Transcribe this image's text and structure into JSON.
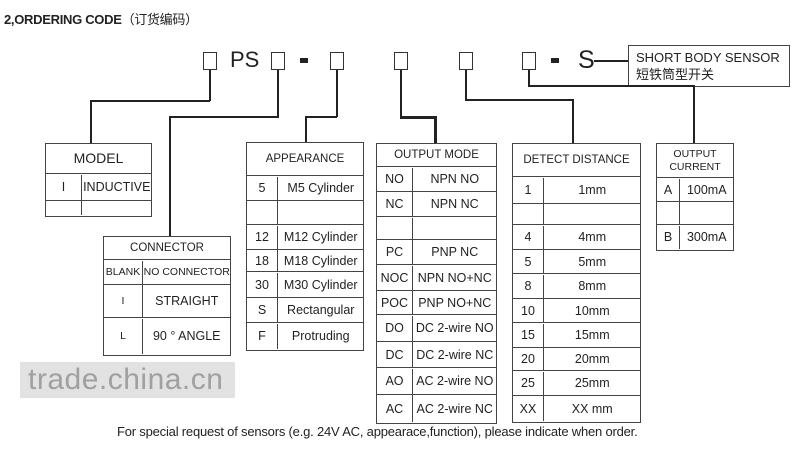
{
  "title": {
    "text": "2,ORDERING CODE",
    "cn": "（订货编码）"
  },
  "code": {
    "ps": "PS",
    "s": "S"
  },
  "note": {
    "line1": "SHORT BODY SENSOR",
    "line2": "短铁筒型开关"
  },
  "tables": {
    "model": {
      "header": "MODEL",
      "rows": [
        [
          "I",
          "INDUCTIVE"
        ],
        null
      ]
    },
    "connector": {
      "header": "CONNECTOR",
      "rows": [
        [
          "BLANK",
          "NO CONNECTOR"
        ],
        [
          "I",
          "STRAIGHT"
        ],
        [
          "L",
          "90 ° ANGLE"
        ]
      ]
    },
    "appearance": {
      "header": "APPEARANCE",
      "rows": [
        [
          "5",
          "M5 Cylinder"
        ],
        null,
        [
          "12",
          "M12 Cylinder"
        ],
        [
          "18",
          "M18 Cylinder"
        ],
        [
          "30",
          "M30 Cylinder"
        ],
        [
          "S",
          "Rectangular"
        ],
        [
          "F",
          "Protruding"
        ]
      ]
    },
    "output_mode": {
      "header": "OUTPUT MODE",
      "rows": [
        [
          "NO",
          "NPN NO"
        ],
        [
          "NC",
          "NPN NC"
        ],
        null,
        [
          "PC",
          "PNP NC"
        ],
        [
          "NOC",
          "NPN NO+NC"
        ],
        [
          "POC",
          "PNP NO+NC"
        ],
        [
          "DO",
          "DC 2-wire NO"
        ],
        [
          "DC",
          "DC 2-wire NC"
        ],
        [
          "AO",
          "AC 2-wire NO"
        ],
        [
          "AC",
          "AC 2-wire NC"
        ]
      ]
    },
    "detect_distance": {
      "header": "DETECT DISTANCE",
      "rows": [
        [
          "1",
          "1mm"
        ],
        null,
        [
          "4",
          "4mm"
        ],
        [
          "5",
          "5mm"
        ],
        [
          "8",
          "8mm"
        ],
        [
          "10",
          "10mm"
        ],
        [
          "15",
          "15mm"
        ],
        [
          "20",
          "20mm"
        ],
        [
          "25",
          "25mm"
        ],
        [
          "XX",
          "XX mm"
        ]
      ]
    },
    "output_current": {
      "header": "OUTPUT CURRENT",
      "rows": [
        [
          "A",
          "100mA"
        ],
        null,
        [
          "B",
          "300mA"
        ]
      ]
    }
  },
  "watermark": "trade.china.cn",
  "footer": "For special request of sensors (e.g. 24V AC, appearace,function), please indicate when order."
}
